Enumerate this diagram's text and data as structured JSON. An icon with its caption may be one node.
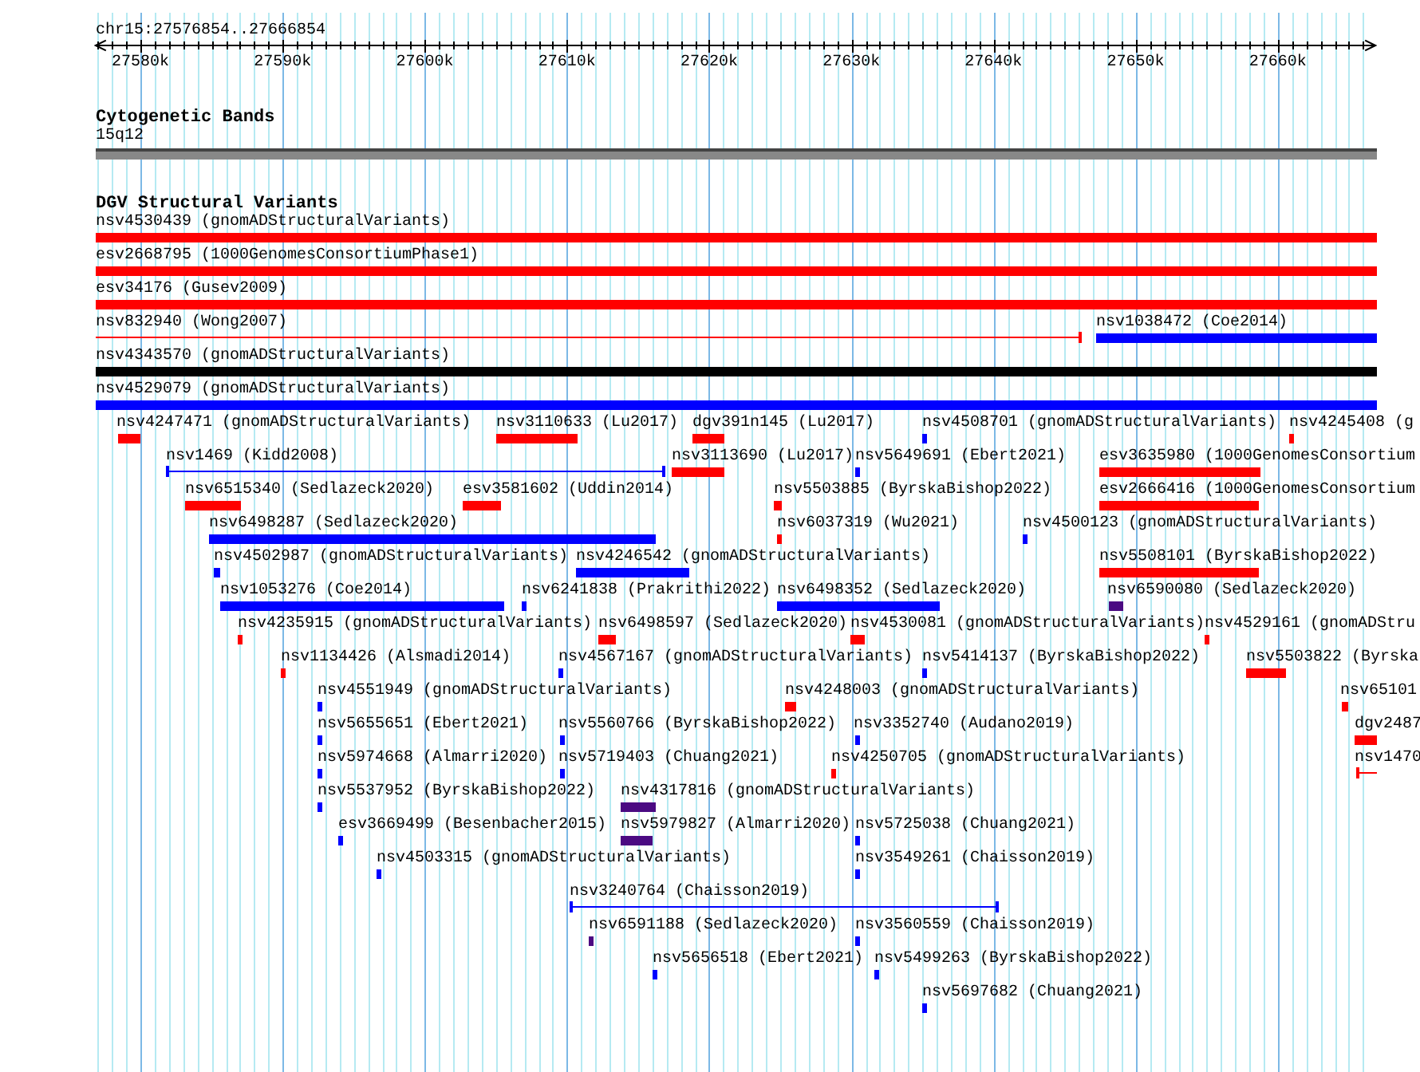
{
  "diagram": {
    "nodes": [
      {
        "text": [
          "15q12"
        ]
      },
      {
        "text": [
          "nsv4530439 (gnomADStructuralVariants)"
        ]
      },
      {
        "text": [
          "esv2668795 (1000GenomesConsortiumPhase1)"
        ]
      },
      {
        "text": [
          "esv34176 (Gusev2009)"
        ]
      },
      {
        "text": [
          "nsv832940 (Wong2007)"
        ]
      },
      {
        "text": [
          "nsv1038472 (Coe2014)"
        ]
      },
      {
        "text": [
          "nsv4343570 (gnomADStructuralVariants)"
        ]
      },
      {
        "text": [
          "nsv4529079 (gnomADStructuralVariants)"
        ]
      },
      {
        "text": [
          "nsv4247471 (gnomADStructuralVariants)"
        ]
      },
      {
        "text": [
          "nsv3110633 (Lu2017)"
        ]
      },
      {
        "text": [
          "dgv391n145 (Lu2017)"
        ]
      },
      {
        "text": [
          "nsv4508701 (gnomADStructuralVariants)"
        ]
      },
      {
        "text": [
          "nsv4245408 (g"
        ]
      },
      {
        "text": [
          "nsv1469 (Kidd2008)"
        ]
      },
      {
        "text": [
          "nsv3113690 (Lu2017)"
        ]
      },
      {
        "text": [
          "nsv5649691 (Ebert2021)"
        ]
      },
      {
        "text": [
          "esv3635980 (1000GenomesConsortium"
        ]
      },
      {
        "text": [
          "nsv6515340 (Sedlazeck2020)"
        ]
      },
      {
        "text": [
          "esv3581602 (Uddin2014)"
        ]
      },
      {
        "text": [
          "nsv5503885 (ByrskaBishop2022)"
        ]
      },
      {
        "text": [
          "esv2666416 (1000GenomesConsortium"
        ]
      },
      {
        "text": [
          "nsv6498287 (Sedlazeck2020)"
        ]
      },
      {
        "text": [
          "nsv6037319 (Wu2021)"
        ]
      },
      {
        "text": [
          "nsv4500123 (gnomADStructuralVariants)"
        ]
      },
      {
        "text": [
          "nsv4502987 (gnomADStructuralVariants)"
        ]
      },
      {
        "text": [
          "nsv4246542 (gnomADStructuralVariants)"
        ]
      },
      {
        "text": [
          "nsv5508101 (ByrskaBishop2022)"
        ]
      },
      {
        "text": [
          "nsv1053276 (Coe2014)"
        ]
      },
      {
        "text": [
          "nsv6241838 (Prakrithi2022)"
        ]
      },
      {
        "text": [
          "nsv6498352 (Sedlazeck2020)"
        ]
      },
      {
        "text": [
          "nsv6590080 (Sedlazeck2020)"
        ]
      },
      {
        "text": [
          "nsv4235915 (gnomADStructuralVariants)"
        ]
      },
      {
        "text": [
          "nsv6498597 (Sedlazeck2020)"
        ]
      },
      {
        "text": [
          "nsv4530081 (gnomADStructuralVariants)"
        ]
      },
      {
        "text": [
          "nsv4529161 (gnomADStru"
        ]
      },
      {
        "text": [
          "nsv1134426 (Alsmadi2014)"
        ]
      },
      {
        "text": [
          "nsv4567167 (gnomADStructuralVariants)"
        ]
      },
      {
        "text": [
          "nsv5414137 (ByrskaBishop2022)"
        ]
      },
      {
        "text": [
          "nsv5503822 (Byrska"
        ]
      },
      {
        "text": [
          "nsv4551949 (gnomADStructuralVariants)"
        ]
      },
      {
        "text": [
          "nsv4248003 (gnomADStructuralVariants)"
        ]
      },
      {
        "text": [
          "nsv65101"
        ]
      },
      {
        "text": [
          "nsv5655651 (Ebert2021)"
        ]
      },
      {
        "text": [
          "nsv5560766 (ByrskaBishop2022)"
        ]
      },
      {
        "text": [
          "nsv3352740 (Audano2019)"
        ]
      },
      {
        "text": [
          "dgv2487"
        ]
      },
      {
        "text": [
          "nsv5974668 (Almarri2020)"
        ]
      },
      {
        "text": [
          "nsv5719403 (Chuang2021)"
        ]
      },
      {
        "text": [
          "nsv4250705 (gnomADStructuralVariants)"
        ]
      },
      {
        "text": [
          "nsv1470"
        ]
      },
      {
        "text": [
          "nsv5537952 (ByrskaBishop2022)"
        ]
      },
      {
        "text": [
          "nsv4317816 (gnomADStructuralVariants)"
        ]
      },
      {
        "text": [
          "esv3669499 (Besenbacher2015)"
        ]
      },
      {
        "text": [
          "nsv5979827 (Almarri2020)"
        ]
      },
      {
        "text": [
          "nsv5725038 (Chuang2021)"
        ]
      },
      {
        "text": [
          "nsv4503315 (gnomADStructuralVariants)"
        ]
      },
      {
        "text": [
          "nsv3549261 (Chaisson2019)"
        ]
      },
      {
        "text": [
          "nsv3240764 (Chaisson2019)"
        ]
      },
      {
        "text": [
          "nsv6591188 (Sedlazeck2020)"
        ]
      },
      {
        "text": [
          "nsv3560559 (Chaisson2019)"
        ]
      },
      {
        "text": [
          "nsv5656518 (Ebert2021)"
        ]
      },
      {
        "text": [
          "nsv5499263 (ByrskaBishop2022)"
        ]
      },
      {
        "text": [
          "nsv5697682 (Chuang2021)"
        ]
      }
    ],
    "labels": [
      "chr15:27576854..27666854",
      "27580k",
      "27590k",
      "27600k",
      "27610k",
      "27620k",
      "27630k",
      "27640k",
      "27650k",
      "27660k",
      "Cytogenetic Bands",
      "DGV Structural Variants"
    ]
  }
}
